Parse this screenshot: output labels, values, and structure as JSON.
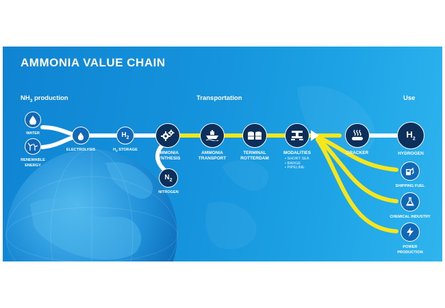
{
  "title": "AMMONIA VALUE CHAIN",
  "sections": {
    "production_prefix": "NH",
    "production_sub": "3",
    "production_suffix": " production",
    "transportation": "Transportation",
    "use": "Use"
  },
  "nodes": {
    "water": "WATER",
    "renewable_energy_1": "RENEWABLE",
    "renewable_energy_2": "ENERGY",
    "electrolysis": "ELECTROLYSIS",
    "h2_storage_prefix": "H",
    "h2_storage_sub": "2",
    "h2_storage_suffix": " STORAGE",
    "ammonia_synthesis_1": "AMMONIA",
    "ammonia_synthesis_2": "SYNTHESIS",
    "nitrogen": "NITROGEN",
    "ammonia_transport_1": "AMMONIA",
    "ammonia_transport_2": "TRANSPORT",
    "terminal_1": "TERMINAL",
    "terminal_2": "ROTTERDAM",
    "modalities": "MODALITIES",
    "modalities_items": [
      "• SHORT SEA",
      "• BARGE",
      "• PIPELINE"
    ],
    "cracker": "CRACKER",
    "hydrogen": "HYDROGEN",
    "shipping_fuel": "SHIPPING FUEL",
    "chemical_industry": "CHEMICAL INDUSTRY",
    "power_production_1": "POWER",
    "power_production_2": "PRODUCTION"
  },
  "symbols": {
    "h2_main": "H",
    "h2_sub": "2",
    "n2_main": "N",
    "n2_sub": "2"
  },
  "colors": {
    "banner": "#1593dc",
    "node_dark": "#0d2f5c",
    "node_blue": "#1168b6",
    "flow_white": "#ffffff",
    "flow_yellow": "#f6e61b"
  },
  "icons": [
    "drop-icon",
    "wind-turbine-icon",
    "gear-icon",
    "ship-icon",
    "tank-icon",
    "pipe-icon",
    "heat-icon",
    "fuel-pump-icon",
    "flask-icon",
    "lightning-icon"
  ]
}
